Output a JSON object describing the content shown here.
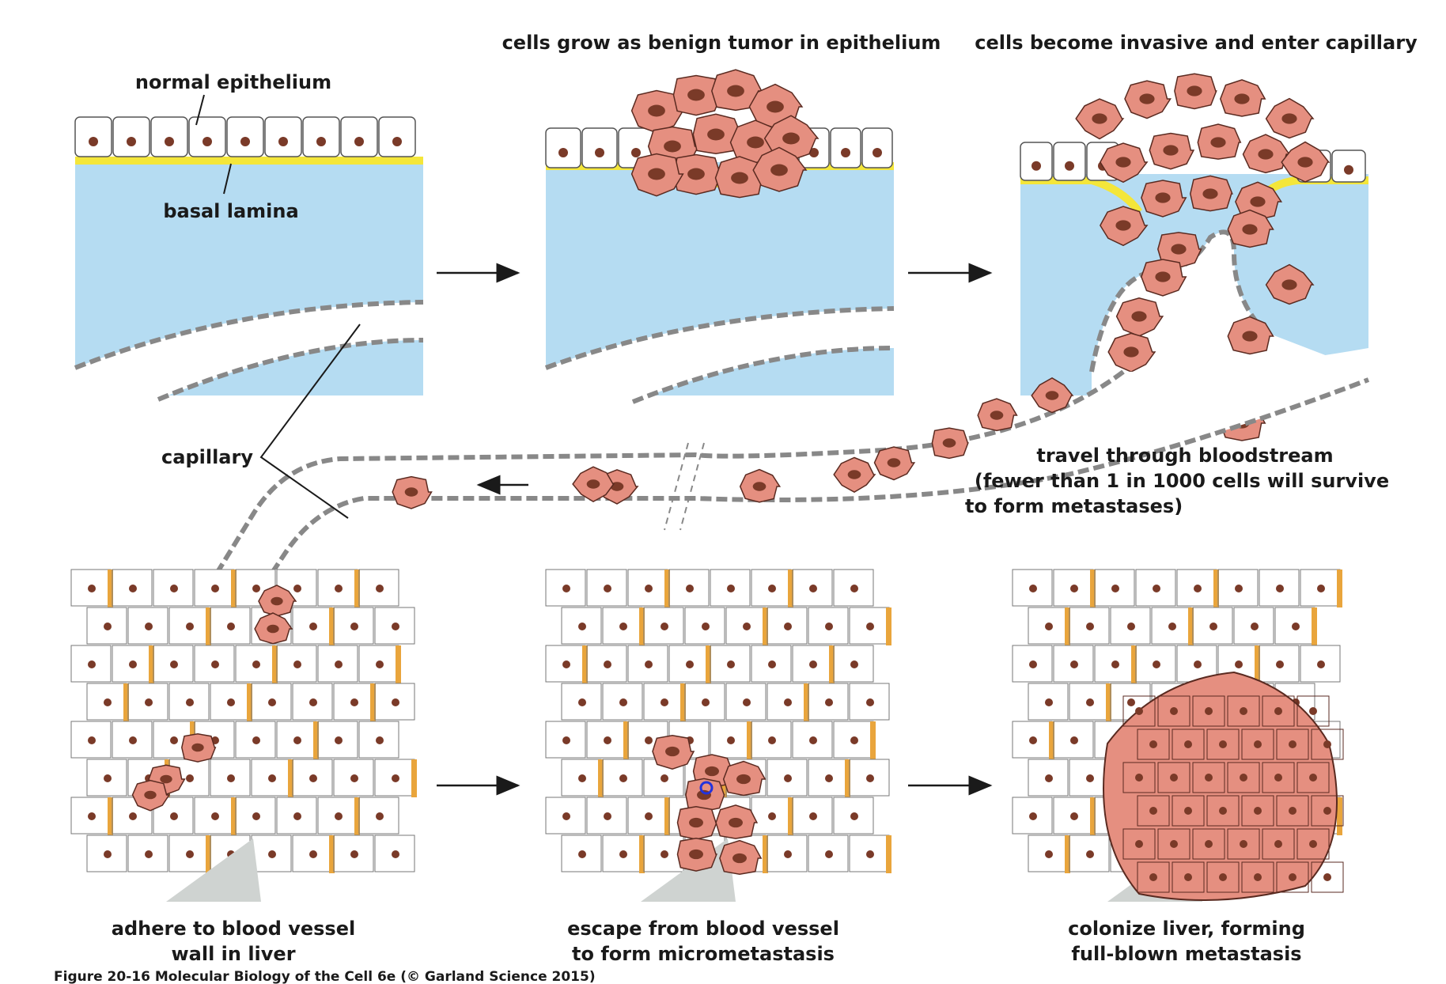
{
  "labels": {
    "step2": "cells grow as benign tumor in epithelium",
    "step3": "cells become invasive and enter capillary",
    "normal_epithelium": "normal epithelium",
    "basal_lamina": "basal lamina",
    "capillary": "capillary",
    "travel_line1": "travel through bloodstream",
    "travel_line2": "(fewer than 1 in 1000 cells will survive",
    "travel_line3": "to form metastases)",
    "adhere_line1": "adhere to blood vessel",
    "adhere_line2": "wall in liver",
    "escape_line1": "escape from blood vessel",
    "escape_line2": "to form micrometastasis",
    "colonize_line1": "colonize liver, forming",
    "colonize_line2": "full-blown metastasis",
    "figure_caption": "Figure 20-16 Molecular Biology of the Cell 6e (© Garland Science 2015)"
  },
  "colors": {
    "tissue_blue": "#b5dcf2",
    "basal_yellow": "#f4e63a",
    "tumor_salmon": "#e58f80",
    "nucleus": "#7a3a28",
    "liver_orange": "#e9a53c",
    "grey_area": "#cfd3d1"
  }
}
